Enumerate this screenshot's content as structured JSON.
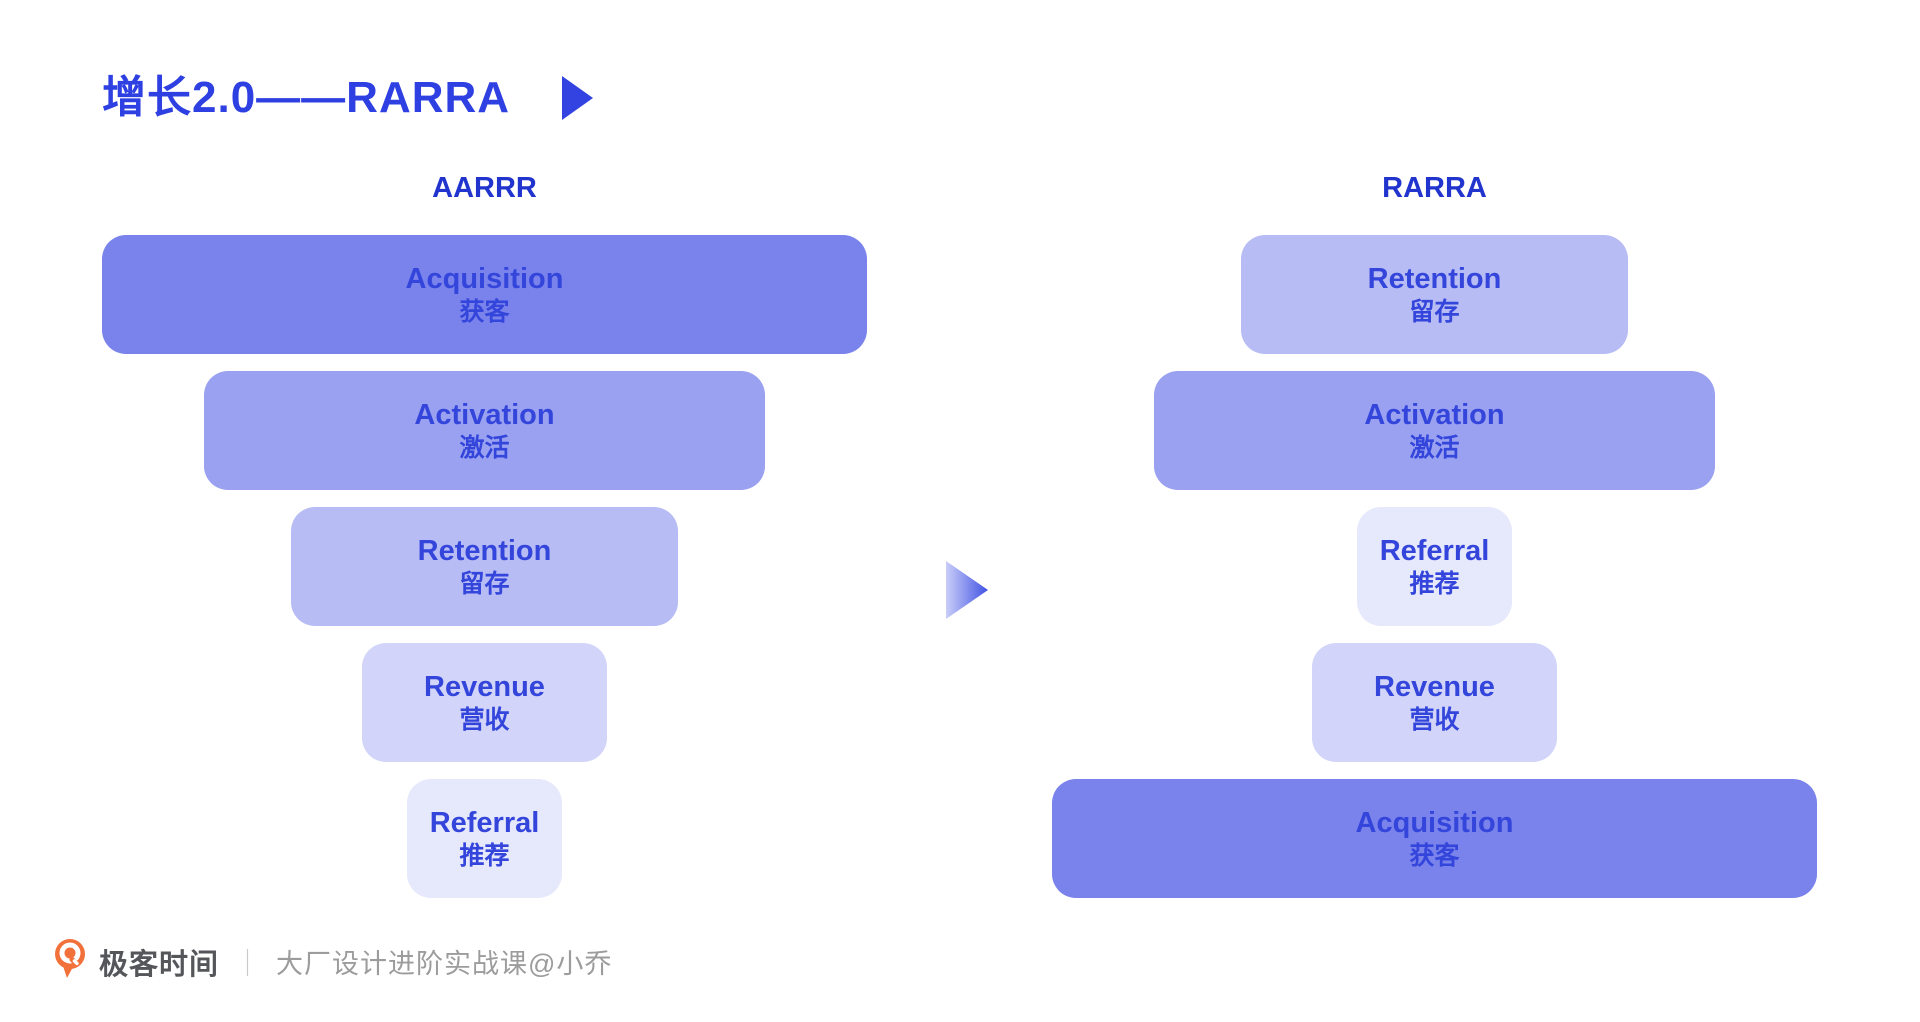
{
  "page": {
    "title": "增长2.0——RARRA"
  },
  "left_funnel": {
    "label": "AARRR",
    "items": [
      {
        "en": "Acquisition",
        "zh": "获客",
        "shade": "#7a83eb",
        "size_rank": 1
      },
      {
        "en": "Activation",
        "zh": "激活",
        "shade": "#99a1f0",
        "size_rank": 2
      },
      {
        "en": "Retention",
        "zh": "留存",
        "shade": "#b7bcf4",
        "size_rank": 3
      },
      {
        "en": "Revenue",
        "zh": "营收",
        "shade": "#d2d5f9",
        "size_rank": 4
      },
      {
        "en": "Referral",
        "zh": "推荐",
        "shade": "#e6e8fc",
        "size_rank": 5
      }
    ]
  },
  "right_funnel": {
    "label": "RARRA",
    "items": [
      {
        "en": "Retention",
        "zh": "留存",
        "shade": "#b7bcf4",
        "size_rank": 3
      },
      {
        "en": "Activation",
        "zh": "激活",
        "shade": "#99a1f0",
        "size_rank": 2
      },
      {
        "en": "Referral",
        "zh": "推荐",
        "shade": "#e6e8fc",
        "size_rank": 5
      },
      {
        "en": "Revenue",
        "zh": "营收",
        "shade": "#d2d5f9",
        "size_rank": 4
      },
      {
        "en": "Acquisition",
        "zh": "获客",
        "shade": "#7a83eb",
        "size_rank": 1
      }
    ]
  },
  "icons": {
    "title_arrow": "right-triangle",
    "transform_arrow": "right-triangle-gradient"
  },
  "colors": {
    "title_blue": "#2e40e2",
    "funnel_label_blue": "#2134ce",
    "box_text_blue": "#3345db",
    "arrow_gradient_from": "#c9cef8",
    "arrow_gradient_to": "#4152e3",
    "footer_brand_gray": "#55565a",
    "footer_course_gray": "#9c9c9c",
    "logo_orange": "#f2703a"
  },
  "footer": {
    "brand": "极客时间",
    "separator": "｜",
    "course": "大厂设计进阶实战课@小乔"
  }
}
